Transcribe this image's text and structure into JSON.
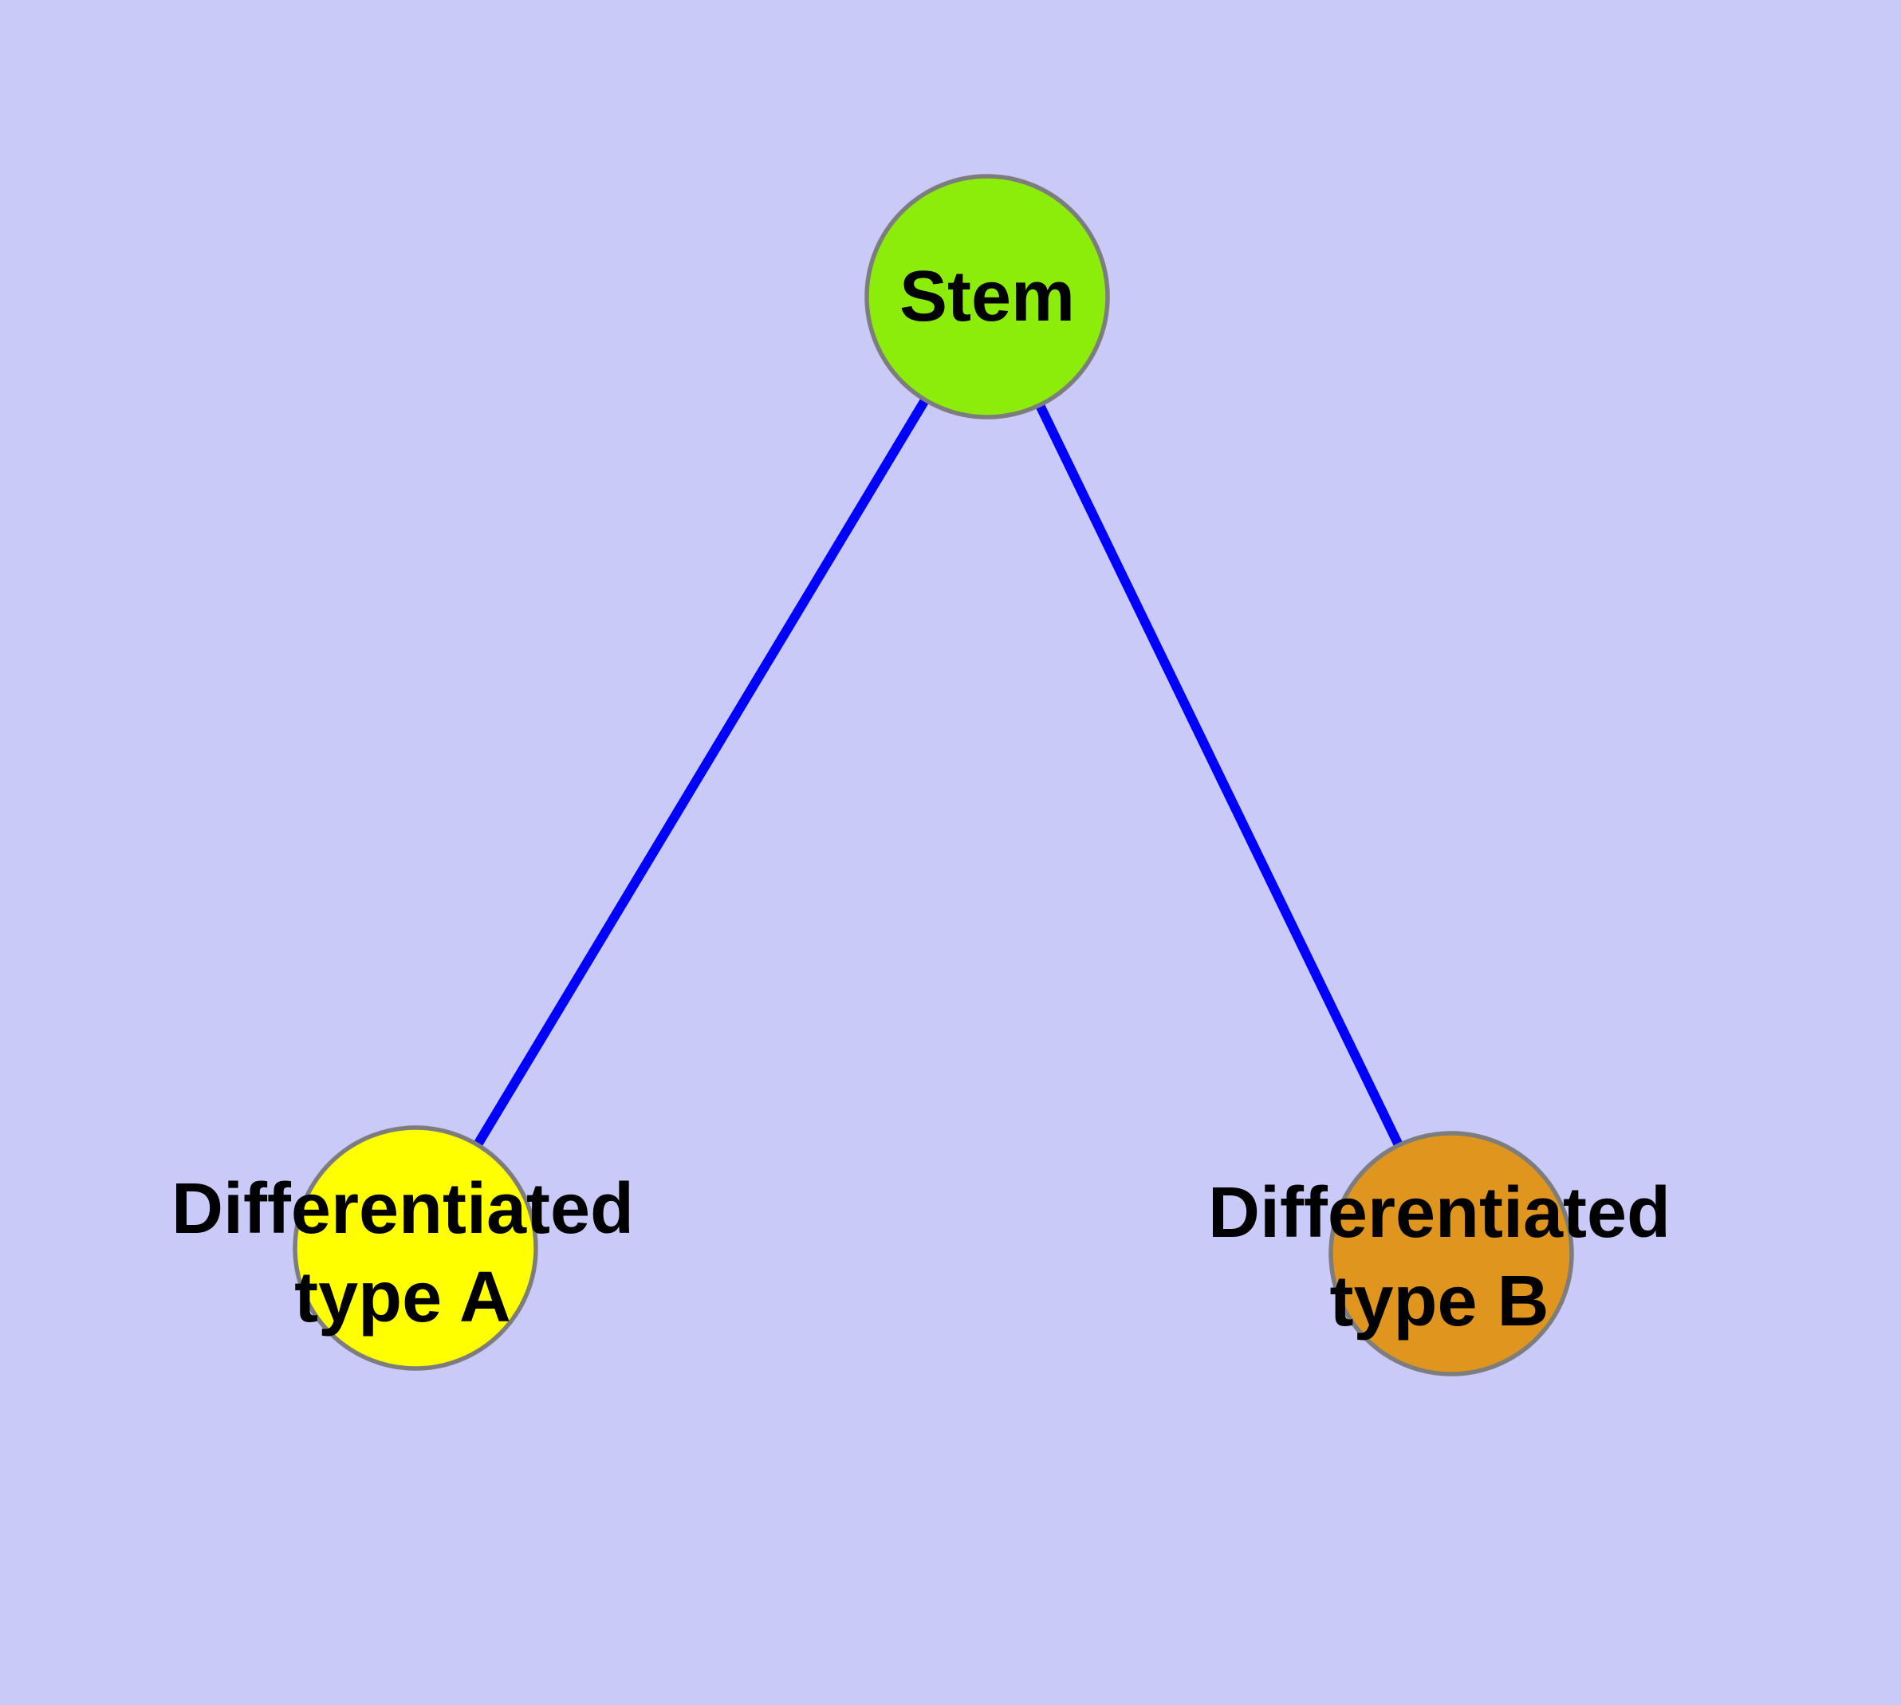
{
  "diagram": {
    "background_color": "#CACAF8",
    "edge_color": "#0000FF",
    "node_border_color": "#7D7D7D",
    "label_text_color": "#000000",
    "nodes": [
      {
        "id": "stem",
        "label": "Stem",
        "fill": "#8CEC0A"
      },
      {
        "id": "differentiated-type-a",
        "label": "Differentiated type A",
        "label_lines": [
          "Differentiated",
          "type A"
        ],
        "fill": "#FFFF00"
      },
      {
        "id": "differentiated-type-b",
        "label": "Differentiated type B",
        "label_lines": [
          "Differentiated",
          "type B"
        ],
        "fill": "#E0961E"
      }
    ],
    "edges": [
      {
        "from": "Stem",
        "to": "Differentiated type A"
      },
      {
        "from": "Stem",
        "to": "Differentiated type B"
      }
    ]
  }
}
